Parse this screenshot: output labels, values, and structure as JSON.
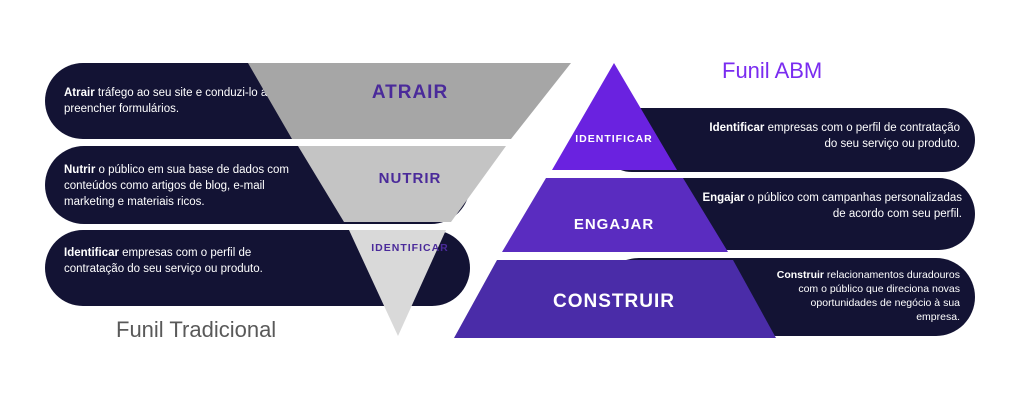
{
  "traditional": {
    "title": "Funil Tradicional",
    "levels": [
      {
        "label": "ATRAIR",
        "bold": "Atrair",
        "rest": " tráfego ao seu site e conduzi-lo a preencher formulários."
      },
      {
        "label": "NUTRIR",
        "bold": "Nutrir",
        "rest": " o público em sua base de dados com conteúdos como artigos de blog, e-mail marketing e materiais ricos."
      },
      {
        "label": "IDENTIFICAR",
        "bold": "Identificar",
        "rest": " empresas com o perfil de contratação do seu serviço ou produto."
      }
    ]
  },
  "abm": {
    "title": "Funil ABM",
    "levels": [
      {
        "label": "IDENTIFICAR",
        "bold": "Identificar",
        "rest": " empresas com o perfil de contratação do seu serviço ou produto."
      },
      {
        "label": "ENGAJAR",
        "bold": "Engajar",
        "rest": " o público com campanhas personalizadas de acordo com seu perfil."
      },
      {
        "label": "CONSTRUIR",
        "bold": "Construir",
        "rest": " relacionamentos duradouros com o público que direciona novas oportunidades de negócio à sua empresa."
      }
    ]
  },
  "colors": {
    "pill": "#131334",
    "funnel_top": "#a6a6a6",
    "funnel_mid": "#c4c4c4",
    "funnel_bottom": "#d9d9d9",
    "pyramid_top": "#6a22e0",
    "pyramid_mid": "#5a2cc0",
    "pyramid_bottom": "#4a2ca8",
    "abm_title": "#7a2cf0",
    "trad_title": "#595959",
    "funnel_text": "#4a2a9a"
  }
}
